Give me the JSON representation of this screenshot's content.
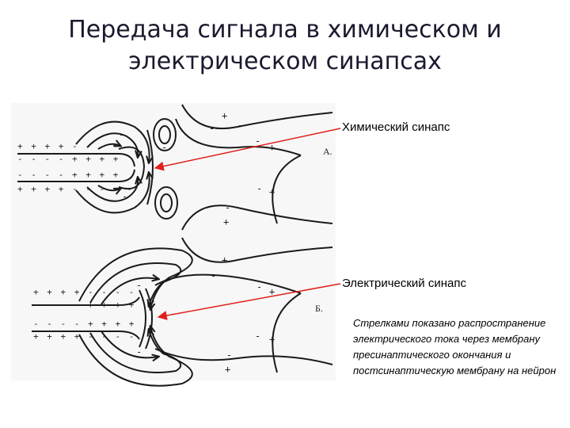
{
  "title": {
    "line1": "Передача сигнала в химическом и",
    "line2": "электрическом синапсах"
  },
  "labels": {
    "chemical": "Химический синапс",
    "electrical": "Электрический синапс",
    "panel_a": "А.",
    "panel_b": "Б."
  },
  "caption": "Стрелками показано распространение электрического тока через мембрану пресинаптического окончания и постсинаптическую мембрану на нейрон",
  "charges": {
    "a_top_outer": "+ + + + - - - - -",
    "a_top_inner": "- - - - + + + +",
    "a_bot_inner": "- - - - + + + +",
    "a_bot_outer": "+ + + + - - - - -",
    "b_top_outer": "+ + + + - - - -",
    "b_top_inner": "- - - - + + + +",
    "b_bot_inner": "- - - - + + + +",
    "b_bot_outer": "+ + + + - - - -"
  },
  "colors": {
    "pointer_arrow": "#e0201a",
    "title": "#1a1a2e",
    "diagram_ink": "#1a1a1a"
  }
}
